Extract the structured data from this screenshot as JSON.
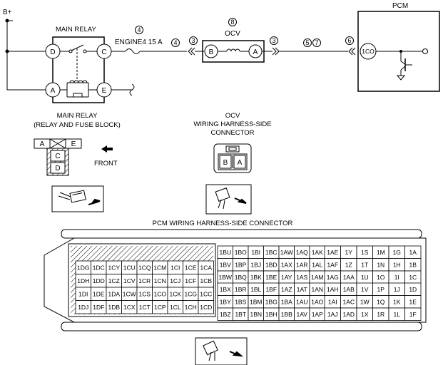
{
  "schematic": {
    "supply": "B+",
    "main_relay_title": "MAIN RELAY",
    "relay_terminals": [
      "D",
      "C",
      "A",
      "E"
    ],
    "fuse_label": "ENGINE4 15 A",
    "ocv_title": "OCV",
    "ocv_terminals": [
      "B",
      "A"
    ],
    "pcm_title": "PCM",
    "pcm_terminal": "1CO",
    "circled": {
      "c4a": "4",
      "c4b": "4",
      "c8": "8",
      "c3a": "3",
      "c3b": "3",
      "c5": "5",
      "c7": "7",
      "c6": "6"
    }
  },
  "connectors": {
    "relay_caption_1": "MAIN RELAY",
    "relay_caption_2": "(RELAY AND FUSE BLOCK)",
    "relay_grid": [
      "A",
      "E",
      "C",
      "D"
    ],
    "front_label": "FRONT",
    "ocv_caption_1": "OCV",
    "ocv_caption_2": "WIRING HARNESS-SIDE",
    "ocv_caption_3": "CONNECTOR",
    "ocv_pins": [
      "B",
      "A"
    ],
    "pcm_caption": "PCM WIRING HARNESS-SIDE CONNECTOR",
    "pcm_left_rows": [
      [
        "1DG",
        "1DC",
        "1CY",
        "1CU",
        "1CQ",
        "1CM",
        "1CI",
        "1CE",
        "1CA"
      ],
      [
        "1DH",
        "1DD",
        "1CZ",
        "1CV",
        "1CR",
        "1CN",
        "1CJ",
        "1CF",
        "1CB"
      ],
      [
        "1DI",
        "1DE",
        "1DA",
        "1CW",
        "1CS",
        "1CO",
        "1CK",
        "1CG",
        "1CC"
      ],
      [
        "1DJ",
        "1DF",
        "1DB",
        "1CX",
        "1CT",
        "1CP",
        "1CL",
        "1CH",
        "1CD"
      ]
    ],
    "pcm_mid_top": [
      [
        "1BU",
        "1BO",
        "1BI",
        "1BC",
        "1AW",
        "1AQ",
        "1AK"
      ],
      [
        "1BV",
        "1BP",
        "1BJ",
        "1BD",
        "1AX",
        "1AR",
        "1AL"
      ],
      [
        "1BW",
        "1BQ",
        "1BK",
        "1BE",
        "1AY",
        "1AS",
        "1AM"
      ]
    ],
    "pcm_mid_bot": [
      [
        "1BX",
        "1BR",
        "1BL",
        "1BF",
        "1AZ",
        "1AT",
        "1AN"
      ],
      [
        "1BY",
        "1BS",
        "1BM",
        "1BG",
        "1BA",
        "1AU",
        "1AO"
      ],
      [
        "1BZ",
        "1BT",
        "1BN",
        "1BH",
        "1BB",
        "1AV",
        "1AP"
      ]
    ],
    "pcm_right_top": [
      [
        "1AE",
        "1Y",
        "1S",
        "1M",
        "1G",
        "1A"
      ],
      [
        "1AF",
        "1Z",
        "1T",
        "1N",
        "1H",
        "1B"
      ],
      [
        "1AG",
        "1AA",
        "1U",
        "1O",
        "1I",
        "1C"
      ]
    ],
    "pcm_right_bot": [
      [
        "1AH",
        "1AB",
        "1V",
        "1P",
        "1J",
        "1D"
      ],
      [
        "1AI",
        "1AC",
        "1W",
        "1Q",
        "1K",
        "1E"
      ],
      [
        "1AJ",
        "1AD",
        "1X",
        "1R",
        "1L",
        "1F"
      ]
    ]
  }
}
